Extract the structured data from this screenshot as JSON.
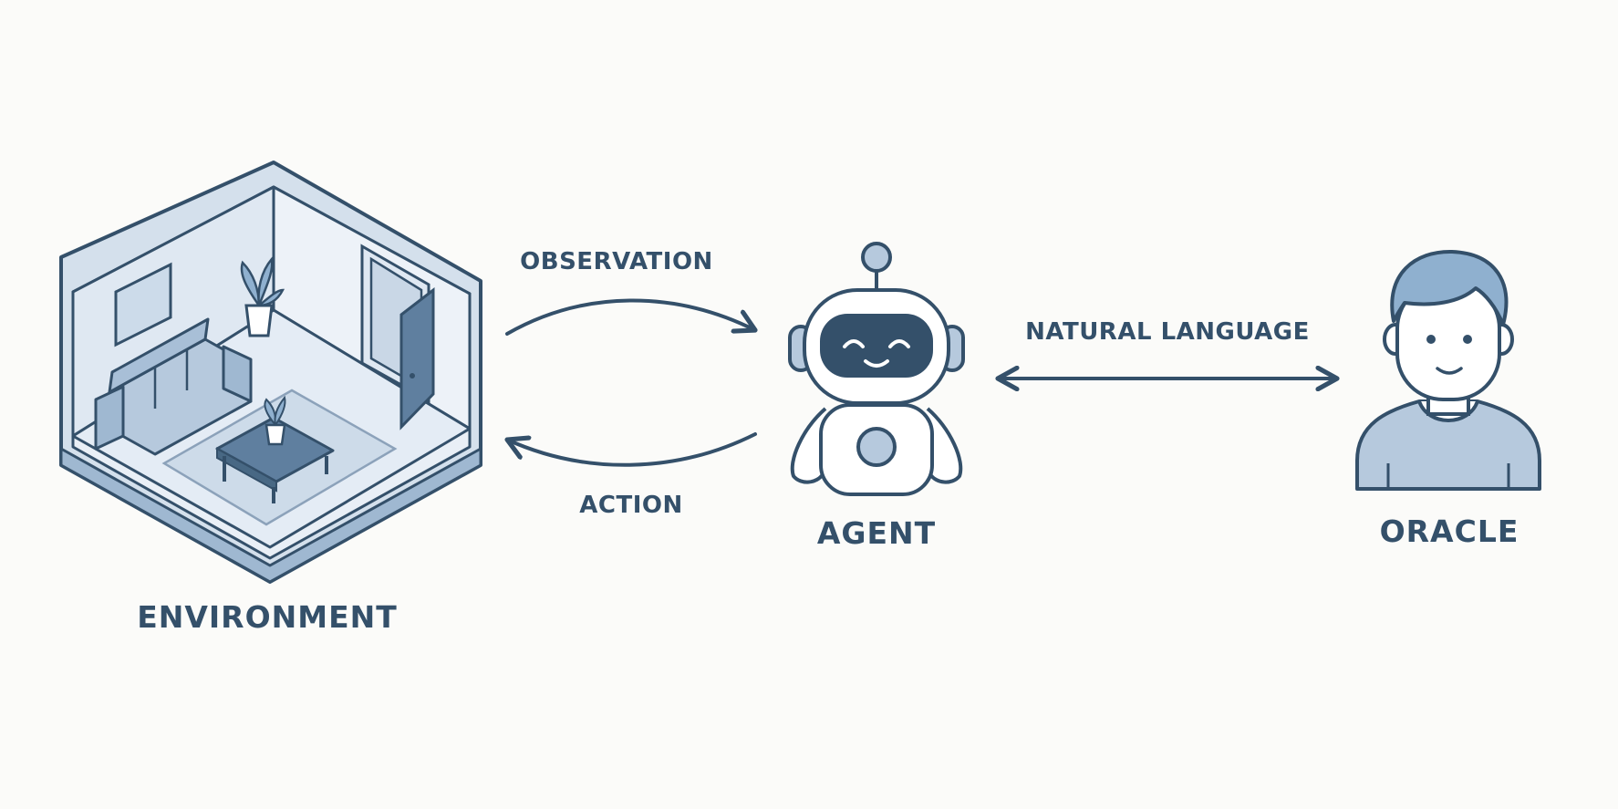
{
  "nodes": {
    "environment": "ENVIRONMENT",
    "agent": "AGENT",
    "oracle": "ORACLE"
  },
  "edges": {
    "observation": "OBSERVATION",
    "action": "ACTION",
    "natural_language": "NATURAL LANGUAGE"
  },
  "colors": {
    "ink": "#34506a",
    "fill_light": "#c9d7e6",
    "fill_mid": "#8fb0cf",
    "background": "#fbfbf9"
  }
}
